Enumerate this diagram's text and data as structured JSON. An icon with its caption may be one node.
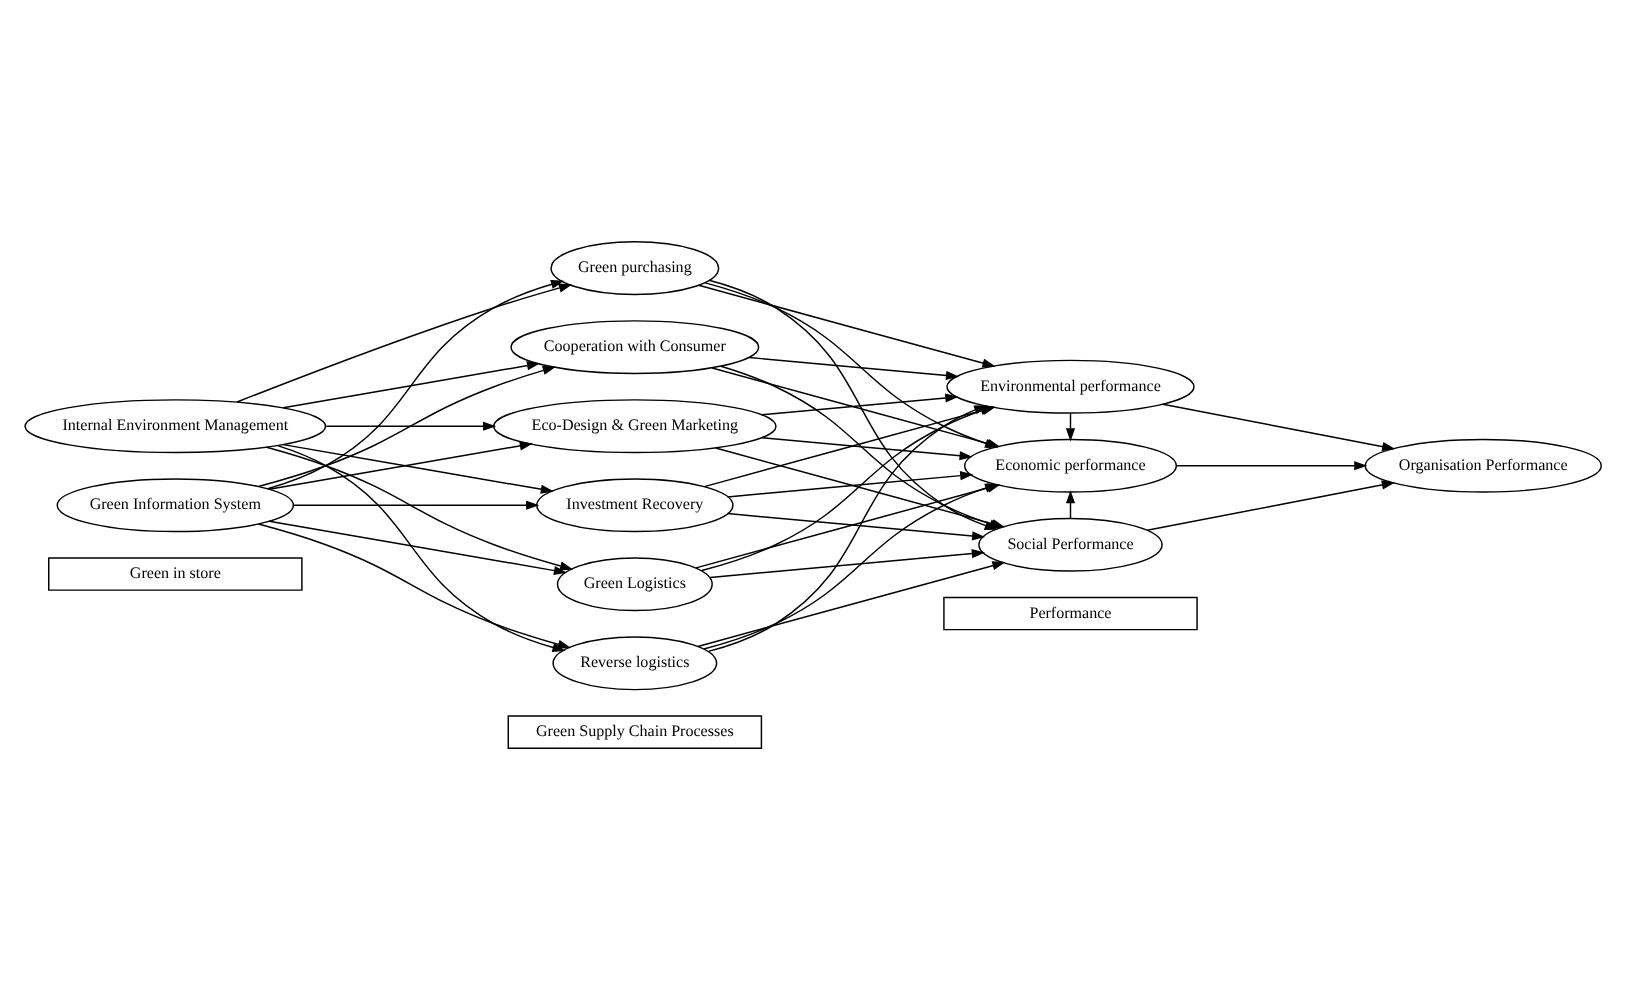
{
  "diagram": {
    "nodes": [
      {
        "text": [
          "Green in store"
        ]
      },
      {
        "text": [
          "Green Supply Chain Processes"
        ]
      },
      {
        "text": [
          "Performance"
        ]
      },
      {
        "text": [
          "Internal Environment Management"
        ]
      },
      {
        "text": [
          "Green Information System"
        ]
      },
      {
        "text": [
          "Green purchasing"
        ]
      },
      {
        "text": [
          "Cooperation with Consumer"
        ]
      },
      {
        "text": [
          "Eco-Design & Green Marketing"
        ]
      },
      {
        "text": [
          "Investment Recovery"
        ]
      },
      {
        "text": [
          "Green Logistics"
        ]
      },
      {
        "text": [
          "Reverse logistics"
        ]
      },
      {
        "text": [
          "Environmental performance"
        ]
      },
      {
        "text": [
          "Economic performance"
        ]
      },
      {
        "text": [
          "Social Performance"
        ]
      },
      {
        "text": [
          "Organisation Performance"
        ]
      }
    ],
    "edges": [
      {
        "from": 3,
        "to": 5,
        "arrow": "to"
      },
      {
        "from": 3,
        "to": 6,
        "arrow": "to"
      },
      {
        "from": 3,
        "to": 7,
        "arrow": "to"
      },
      {
        "from": 3,
        "to": 8,
        "arrow": "to"
      },
      {
        "from": 3,
        "to": 9,
        "arrow": "to"
      },
      {
        "from": 3,
        "to": 10,
        "arrow": "to"
      },
      {
        "from": 4,
        "to": 5,
        "arrow": "to"
      },
      {
        "from": 4,
        "to": 6,
        "arrow": "to"
      },
      {
        "from": 4,
        "to": 7,
        "arrow": "to"
      },
      {
        "from": 4,
        "to": 8,
        "arrow": "to"
      },
      {
        "from": 4,
        "to": 9,
        "arrow": "to"
      },
      {
        "from": 4,
        "to": 10,
        "arrow": "to"
      },
      {
        "from": 5,
        "to": 11,
        "arrow": "to"
      },
      {
        "from": 5,
        "to": 12,
        "arrow": "to"
      },
      {
        "from": 5,
        "to": 13,
        "arrow": "to"
      },
      {
        "from": 6,
        "to": 11,
        "arrow": "to"
      },
      {
        "from": 6,
        "to": 12,
        "arrow": "to"
      },
      {
        "from": 6,
        "to": 13,
        "arrow": "to"
      },
      {
        "from": 7,
        "to": 11,
        "arrow": "to"
      },
      {
        "from": 7,
        "to": 12,
        "arrow": "to"
      },
      {
        "from": 7,
        "to": 13,
        "arrow": "to"
      },
      {
        "from": 8,
        "to": 11,
        "arrow": "to"
      },
      {
        "from": 8,
        "to": 12,
        "arrow": "to"
      },
      {
        "from": 8,
        "to": 13,
        "arrow": "to"
      },
      {
        "from": 9,
        "to": 11,
        "arrow": "to"
      },
      {
        "from": 9,
        "to": 12,
        "arrow": "to"
      },
      {
        "from": 9,
        "to": 13,
        "arrow": "to"
      },
      {
        "from": 10,
        "to": 11,
        "arrow": "to"
      },
      {
        "from": 10,
        "to": 12,
        "arrow": "to"
      },
      {
        "from": 10,
        "to": 13,
        "arrow": "to"
      },
      {
        "from": 11,
        "to": 12,
        "arrow": "to"
      },
      {
        "from": 13,
        "to": 12,
        "arrow": "to"
      },
      {
        "from": 11,
        "to": 14,
        "arrow": "to"
      },
      {
        "from": 12,
        "to": 14,
        "arrow": "to"
      },
      {
        "from": 13,
        "to": 14,
        "arrow": "to"
      }
    ]
  }
}
